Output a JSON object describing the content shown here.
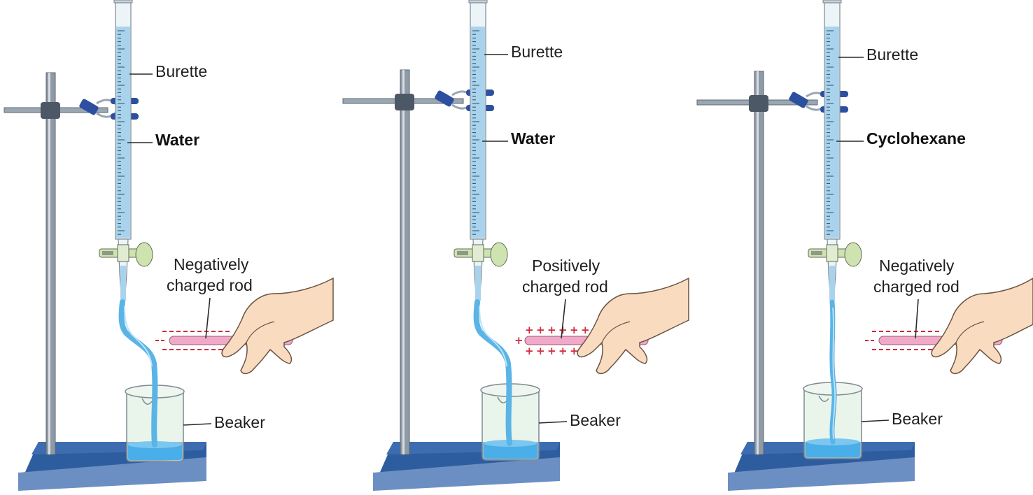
{
  "colors": {
    "base_top": "#2e5d9f",
    "base_front": "#6c8fc3",
    "burette_liquid": "#a9d3ec",
    "stream": "#5ab4e6",
    "beaker_liquid": "#4aaee8",
    "clamp": "#2c4fa0",
    "rod": "#f1a9c8",
    "charge": "#d12a3c",
    "stopcock": "#cfe3b0",
    "hand": "#f9dcc0"
  },
  "panels": [
    {
      "burette_label": "Burette",
      "liquid_label": "Water",
      "rod_label_line1": "Negatively",
      "rod_label_line2": "charged rod",
      "rod_charge": "negative",
      "stream_deflected": true,
      "beaker_label": "Beaker"
    },
    {
      "burette_label": "Burette",
      "liquid_label": "Water",
      "rod_label_line1": "Positively",
      "rod_label_line2": "charged rod",
      "rod_charge": "positive",
      "stream_deflected": true,
      "beaker_label": "Beaker"
    },
    {
      "burette_label": "Burette",
      "liquid_label": "Cyclohexane",
      "rod_label_line1": "Negatively",
      "rod_label_line2": "charged rod",
      "rod_charge": "negative",
      "stream_deflected": false,
      "beaker_label": "Beaker"
    }
  ]
}
